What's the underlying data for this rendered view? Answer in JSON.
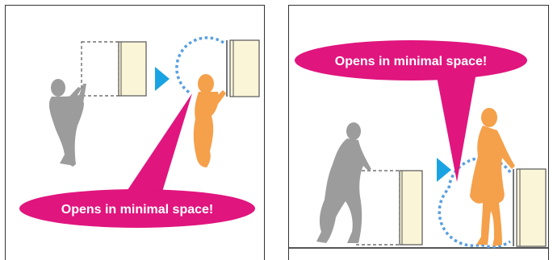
{
  "colors": {
    "background": "#ffffff",
    "panel_border": "#333333",
    "person_before": "#9c9c9c",
    "person_after": "#f5a04a",
    "door_fill": "#fbf5d8",
    "door_edge": "#555555",
    "arrow": "#1aa3e3",
    "swing_path": "#5a9fe0",
    "callout": "#e0157e",
    "callout_text": "#ffffff"
  },
  "panels": [
    {
      "id": "upper-cabinet",
      "callout": "Opens in minimal space!"
    },
    {
      "id": "lower-cabinet",
      "callout": "Opens in minimal space!"
    }
  ],
  "icons": {
    "transition_arrow": "right-triangle-arrow-icon",
    "swing_arc": "dotted-swing-arc-icon"
  }
}
